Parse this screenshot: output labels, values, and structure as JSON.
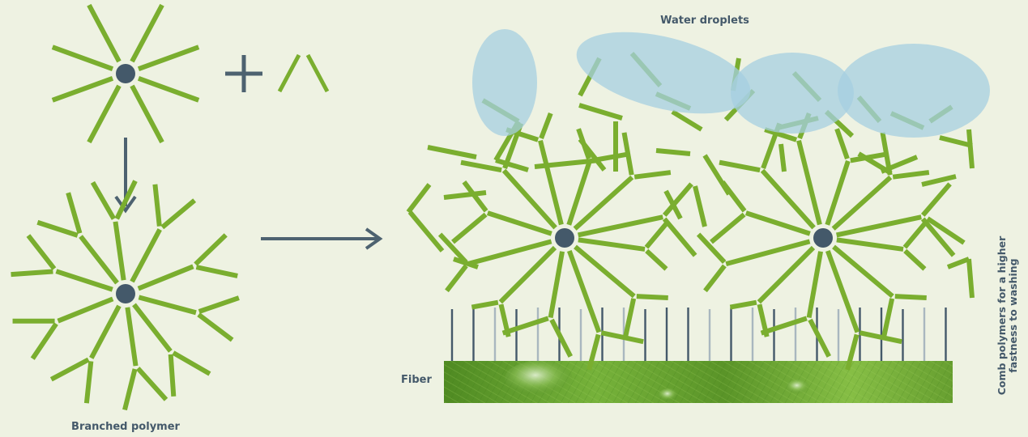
{
  "labels": {
    "branched_polymer": "Branched polymer",
    "water_droplets": "Water droplets",
    "fiber": "Fiber",
    "comb_line1": "Comb polymers for a higher",
    "comb_line2": "fastness to washing"
  },
  "symbols": {
    "plus": "plus-sign",
    "monomer": "caret-shaped-monomer",
    "arrow_down": "arrow-down",
    "arrow_right": "arrow-right"
  },
  "colors": {
    "background": "#eef2e2",
    "polymer_green": "#7aae2f",
    "core_node": "#44596a",
    "arrow": "#4d6270",
    "water": "#a6cfe0",
    "fiber_green": "#5f9a28",
    "comb_dark": "#44596a",
    "comb_light": "#a9b7bf",
    "label_text": "#44596a"
  }
}
